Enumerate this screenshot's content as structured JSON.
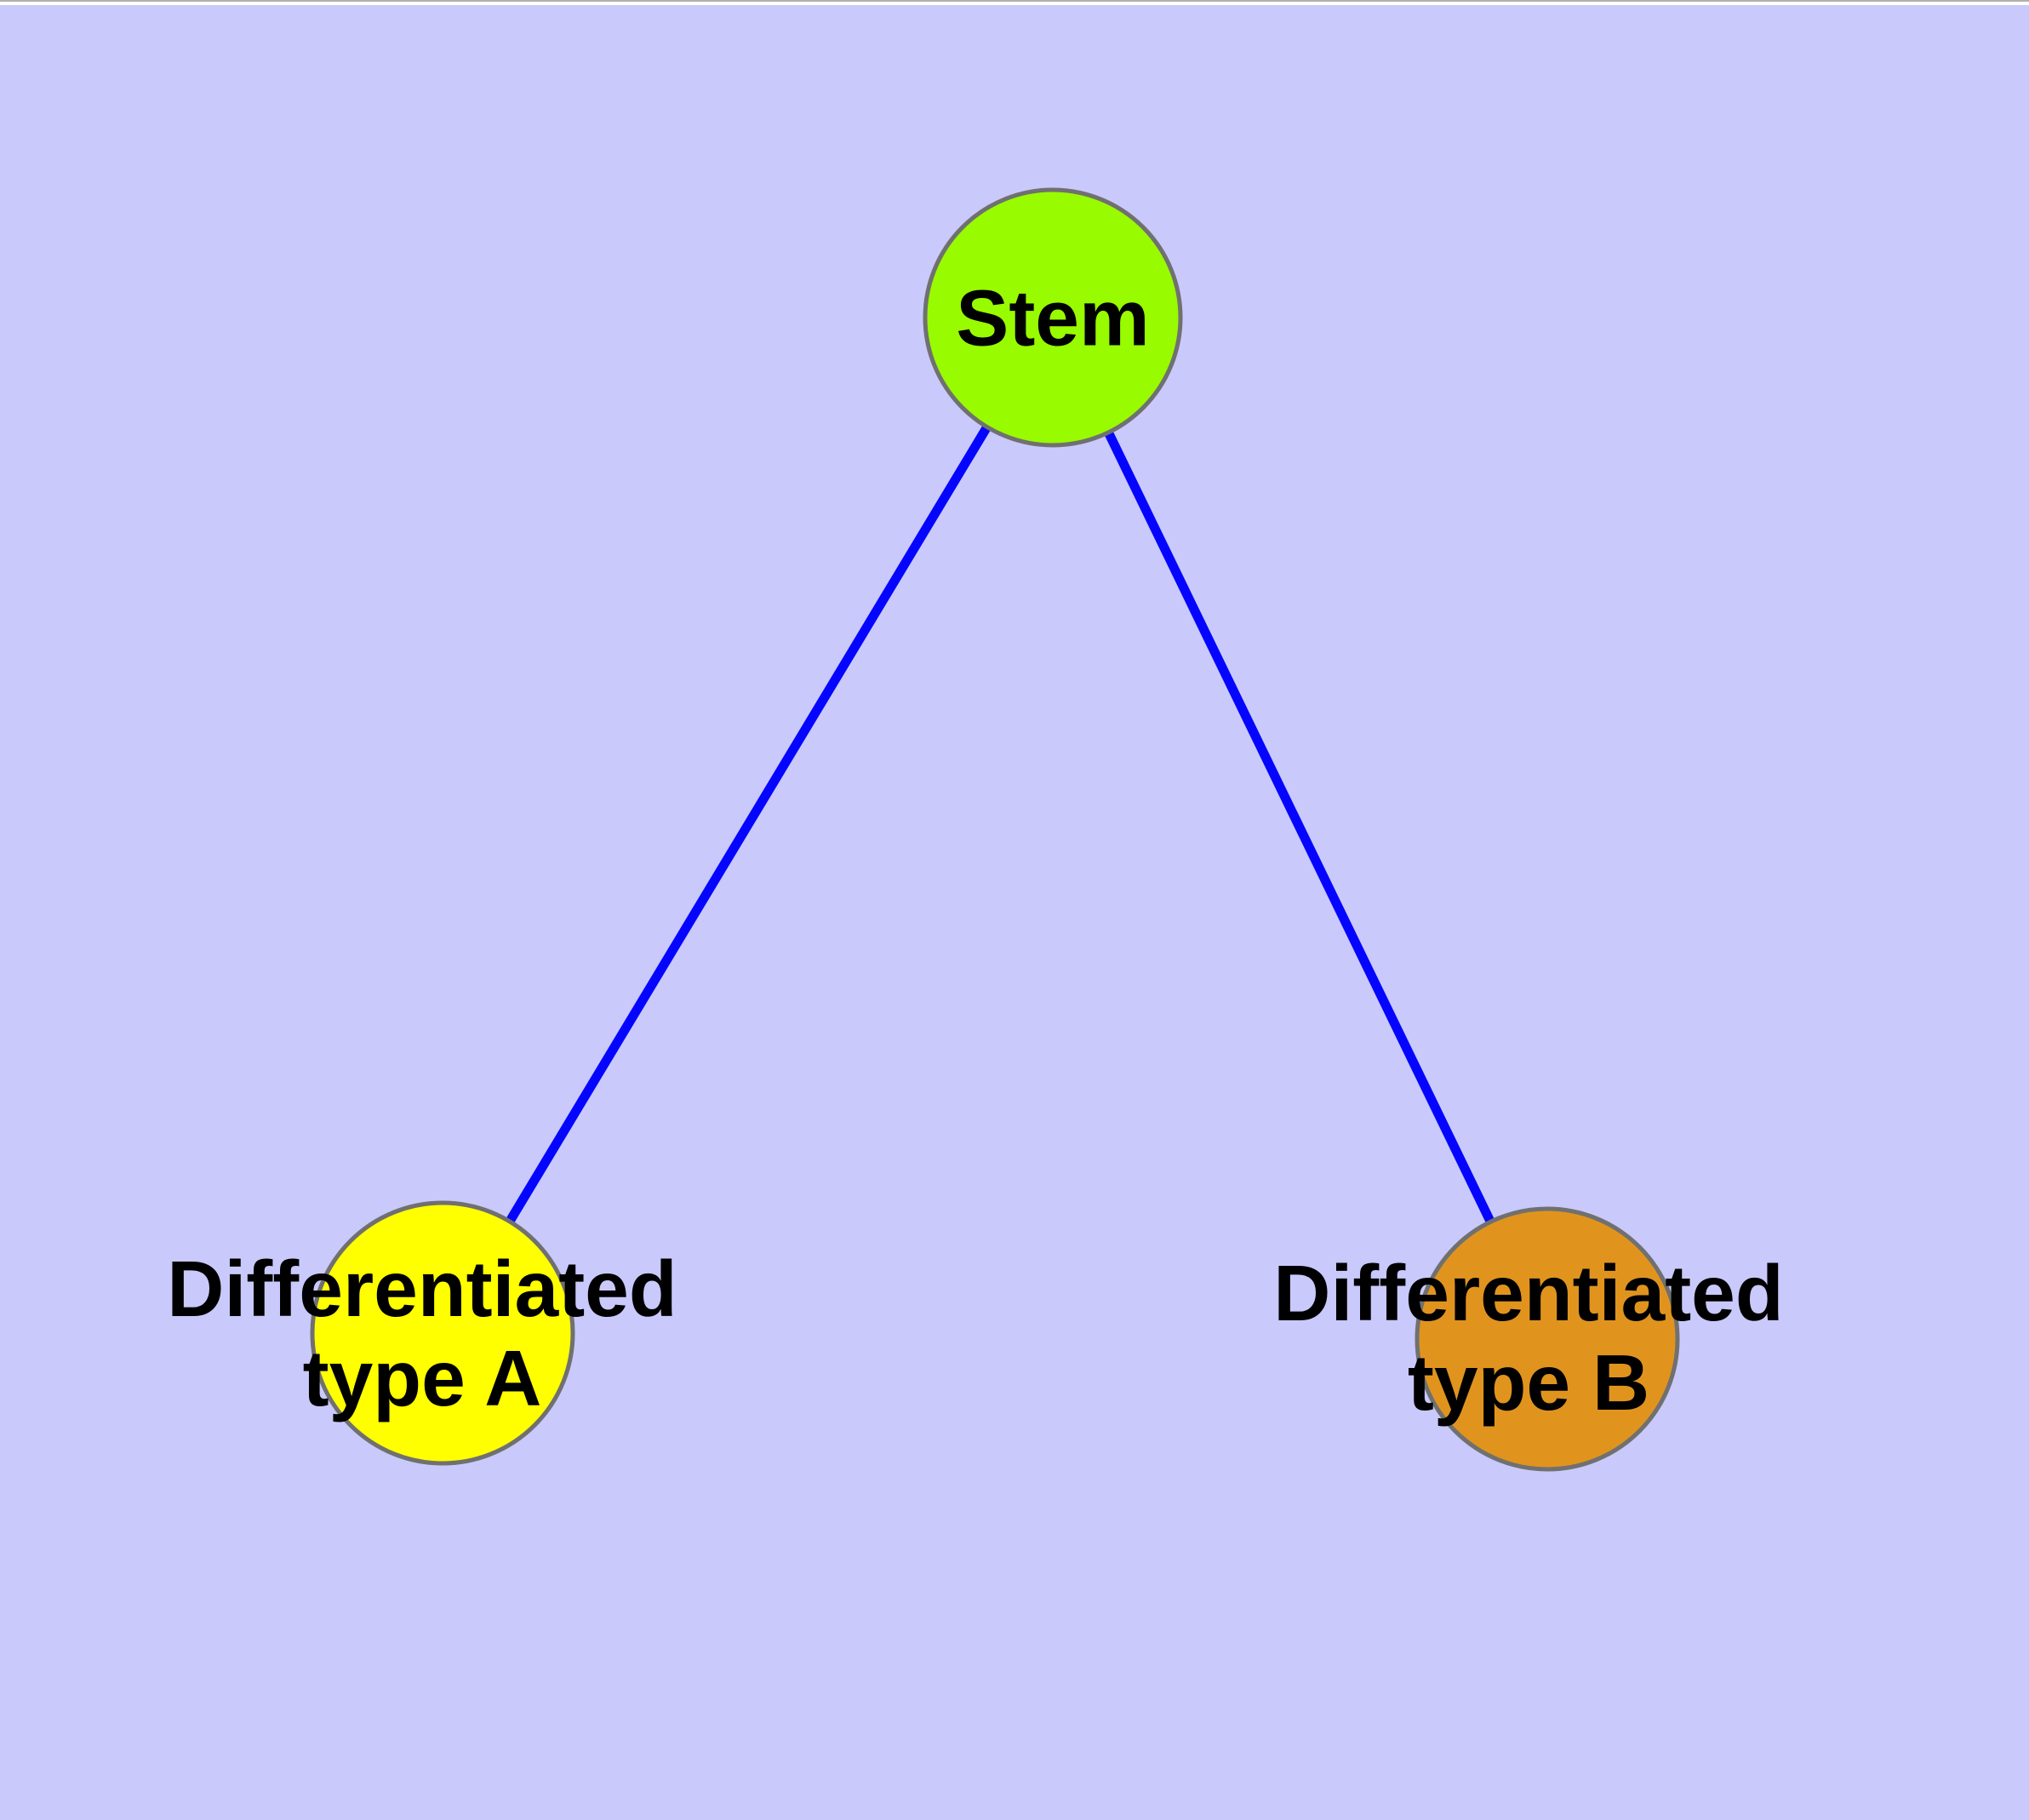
{
  "diagram": {
    "type": "graph",
    "background_color": "#c9c9fb",
    "edge_color": "#0505ff",
    "node_border_color": "#707070",
    "label_color": "#000000",
    "nodes": [
      {
        "label": "Stem",
        "fill_color": "#98fb00"
      },
      {
        "label": "Differentiated type A",
        "label_line1": "Differentiated",
        "label_line2": "type A",
        "fill_color": "#ffff00"
      },
      {
        "label": "Differentiated type B",
        "label_line1": "Differentiated",
        "label_line2": "type B",
        "fill_color": "#e0941e"
      }
    ],
    "edges": [
      {
        "from": "Stem",
        "to": "Differentiated type A"
      },
      {
        "from": "Stem",
        "to": "Differentiated type B"
      }
    ]
  }
}
